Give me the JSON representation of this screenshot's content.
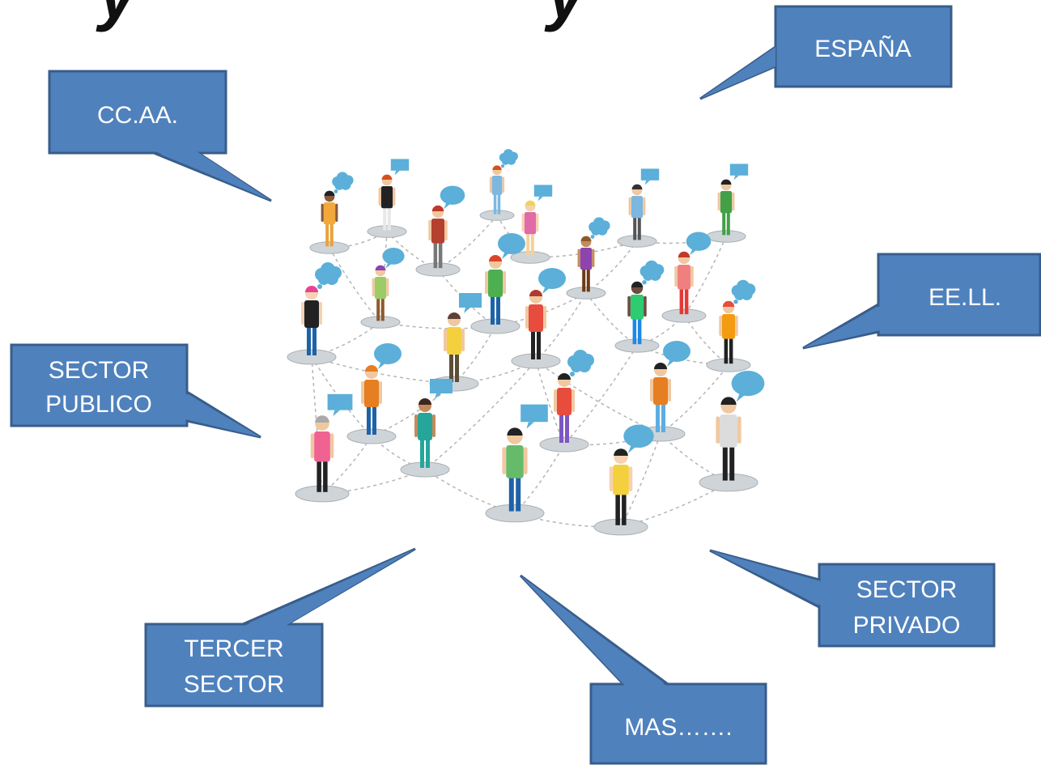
{
  "title_fragment": "y",
  "callouts": [
    {
      "id": "espana",
      "lines": [
        "ESPAÑA"
      ]
    },
    {
      "id": "ccaa",
      "lines": [
        "CC.AA."
      ]
    },
    {
      "id": "eell",
      "lines": [
        "EE.LL."
      ]
    },
    {
      "id": "sector-publico",
      "lines": [
        "SECTOR",
        "PUBLICO"
      ]
    },
    {
      "id": "tercer-sector",
      "lines": [
        "TERCER",
        "SECTOR"
      ]
    },
    {
      "id": "mas",
      "lines": [
        "MAS……."
      ]
    },
    {
      "id": "sector-privado",
      "lines": [
        "SECTOR",
        "PRIVADO"
      ]
    }
  ],
  "colors": {
    "callout_fill": "#4f81bd",
    "callout_border": "#385d8a",
    "bubble": "#5bafd9",
    "node_disc": "#cfd4d8",
    "link_line": "#b5b5b5"
  }
}
